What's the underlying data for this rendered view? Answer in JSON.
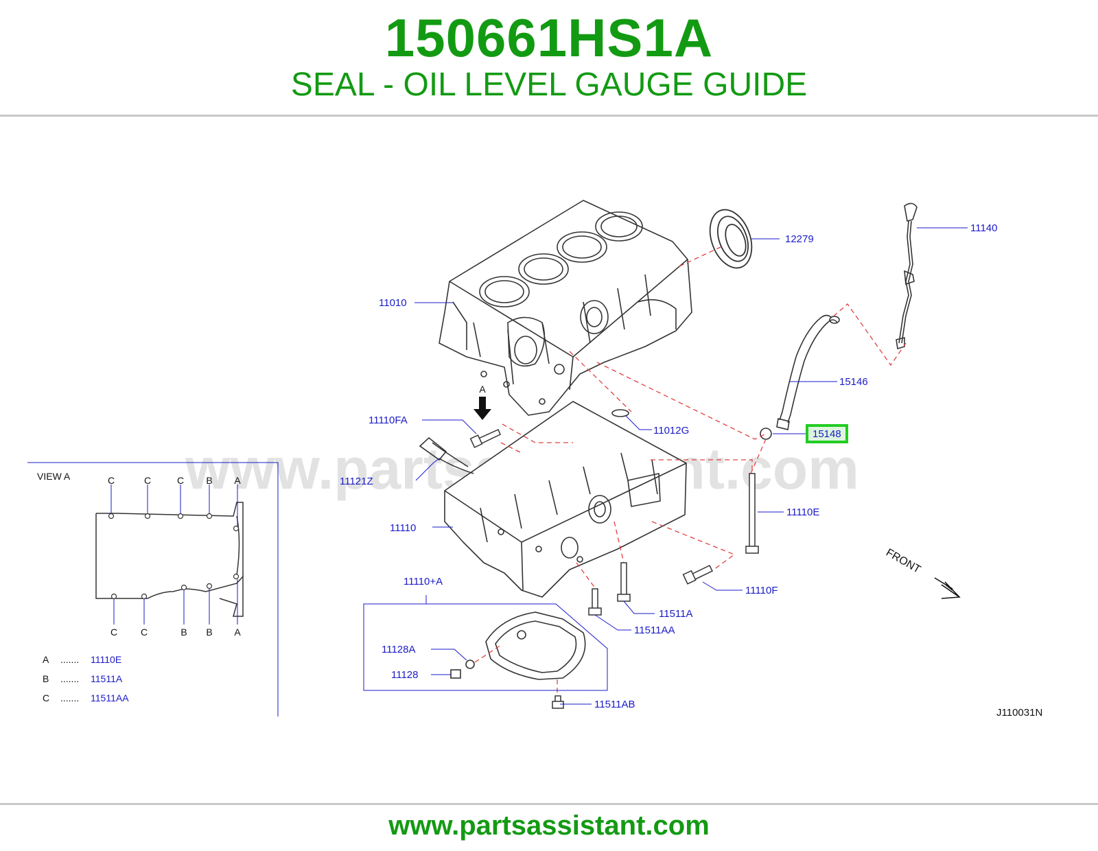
{
  "header": {
    "part_number": "150661HS1A",
    "part_name": "SEAL - OIL LEVEL GAUGE GUIDE"
  },
  "diagram": {
    "watermark": "www.partsassistant.com",
    "reference_code": "J110031N",
    "front_label": "FRONT",
    "view_arrow_label": "A",
    "labels": {
      "l12279": "12279",
      "l11140": "11140",
      "l11010": "11010",
      "l15146": "15146",
      "l11110FA": "11110FA",
      "l11012G": "11012G",
      "l15148": "15148",
      "l11121Z": "11121Z",
      "l11110E": "11110E",
      "l11110": "11110",
      "l11110F": "11110F",
      "l11110A": "11110+A",
      "l11511A": "11511A",
      "l11511AA": "11511AA",
      "l11128A": "11128A",
      "l11128": "11128",
      "l11511AB": "11511AB"
    },
    "highlighted_part": "15148",
    "view_a": {
      "title": "VIEW   A",
      "top_letters": [
        "C",
        "C",
        "C",
        "B",
        "A"
      ],
      "bottom_letters": [
        "C",
        "C",
        "B",
        "B",
        "A"
      ],
      "legend": [
        {
          "letter": "A",
          "dots": ".......",
          "part": "11110E"
        },
        {
          "letter": "B",
          "dots": ".......",
          "part": "11511A"
        },
        {
          "letter": "C",
          "dots": ".......",
          "part": "11511AA"
        }
      ]
    }
  },
  "footer": {
    "url": "www.partsassistant.com"
  },
  "colors": {
    "title_green": "#139a13",
    "label_blue": "#1a1ac8",
    "highlight_green": "#22cc22",
    "leader_red": "#e04040",
    "line_gray": "#c8c8c8",
    "watermark_gray": "#e2e2e2"
  }
}
